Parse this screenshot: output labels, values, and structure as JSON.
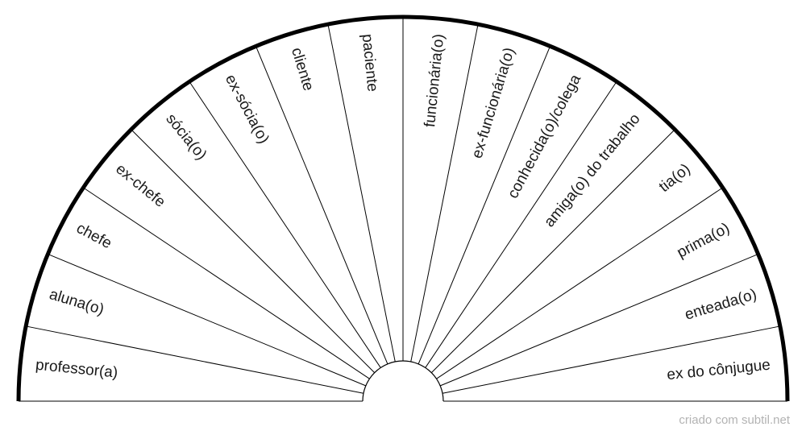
{
  "chart_data": {
    "type": "pie",
    "layout": "semicircle",
    "segments": [
      "professor(a)",
      "aluna(o)",
      "chefe",
      "ex-chefe",
      "sócia(o)",
      "ex-sócia(o)",
      "cliente",
      "paciente",
      "funcionária(o)",
      "ex-funcionária(o)",
      "conhecida(o)/colega",
      "amiga(o) do trabalho",
      "tia(o)",
      "prima(o)",
      "enteada(o)",
      "ex do cônjugue"
    ]
  },
  "footer": {
    "credit": "criado com subtil.net"
  },
  "colors": {
    "outline": "#000000",
    "text": "#1a1a1a",
    "credit": "#b3b3b3"
  }
}
